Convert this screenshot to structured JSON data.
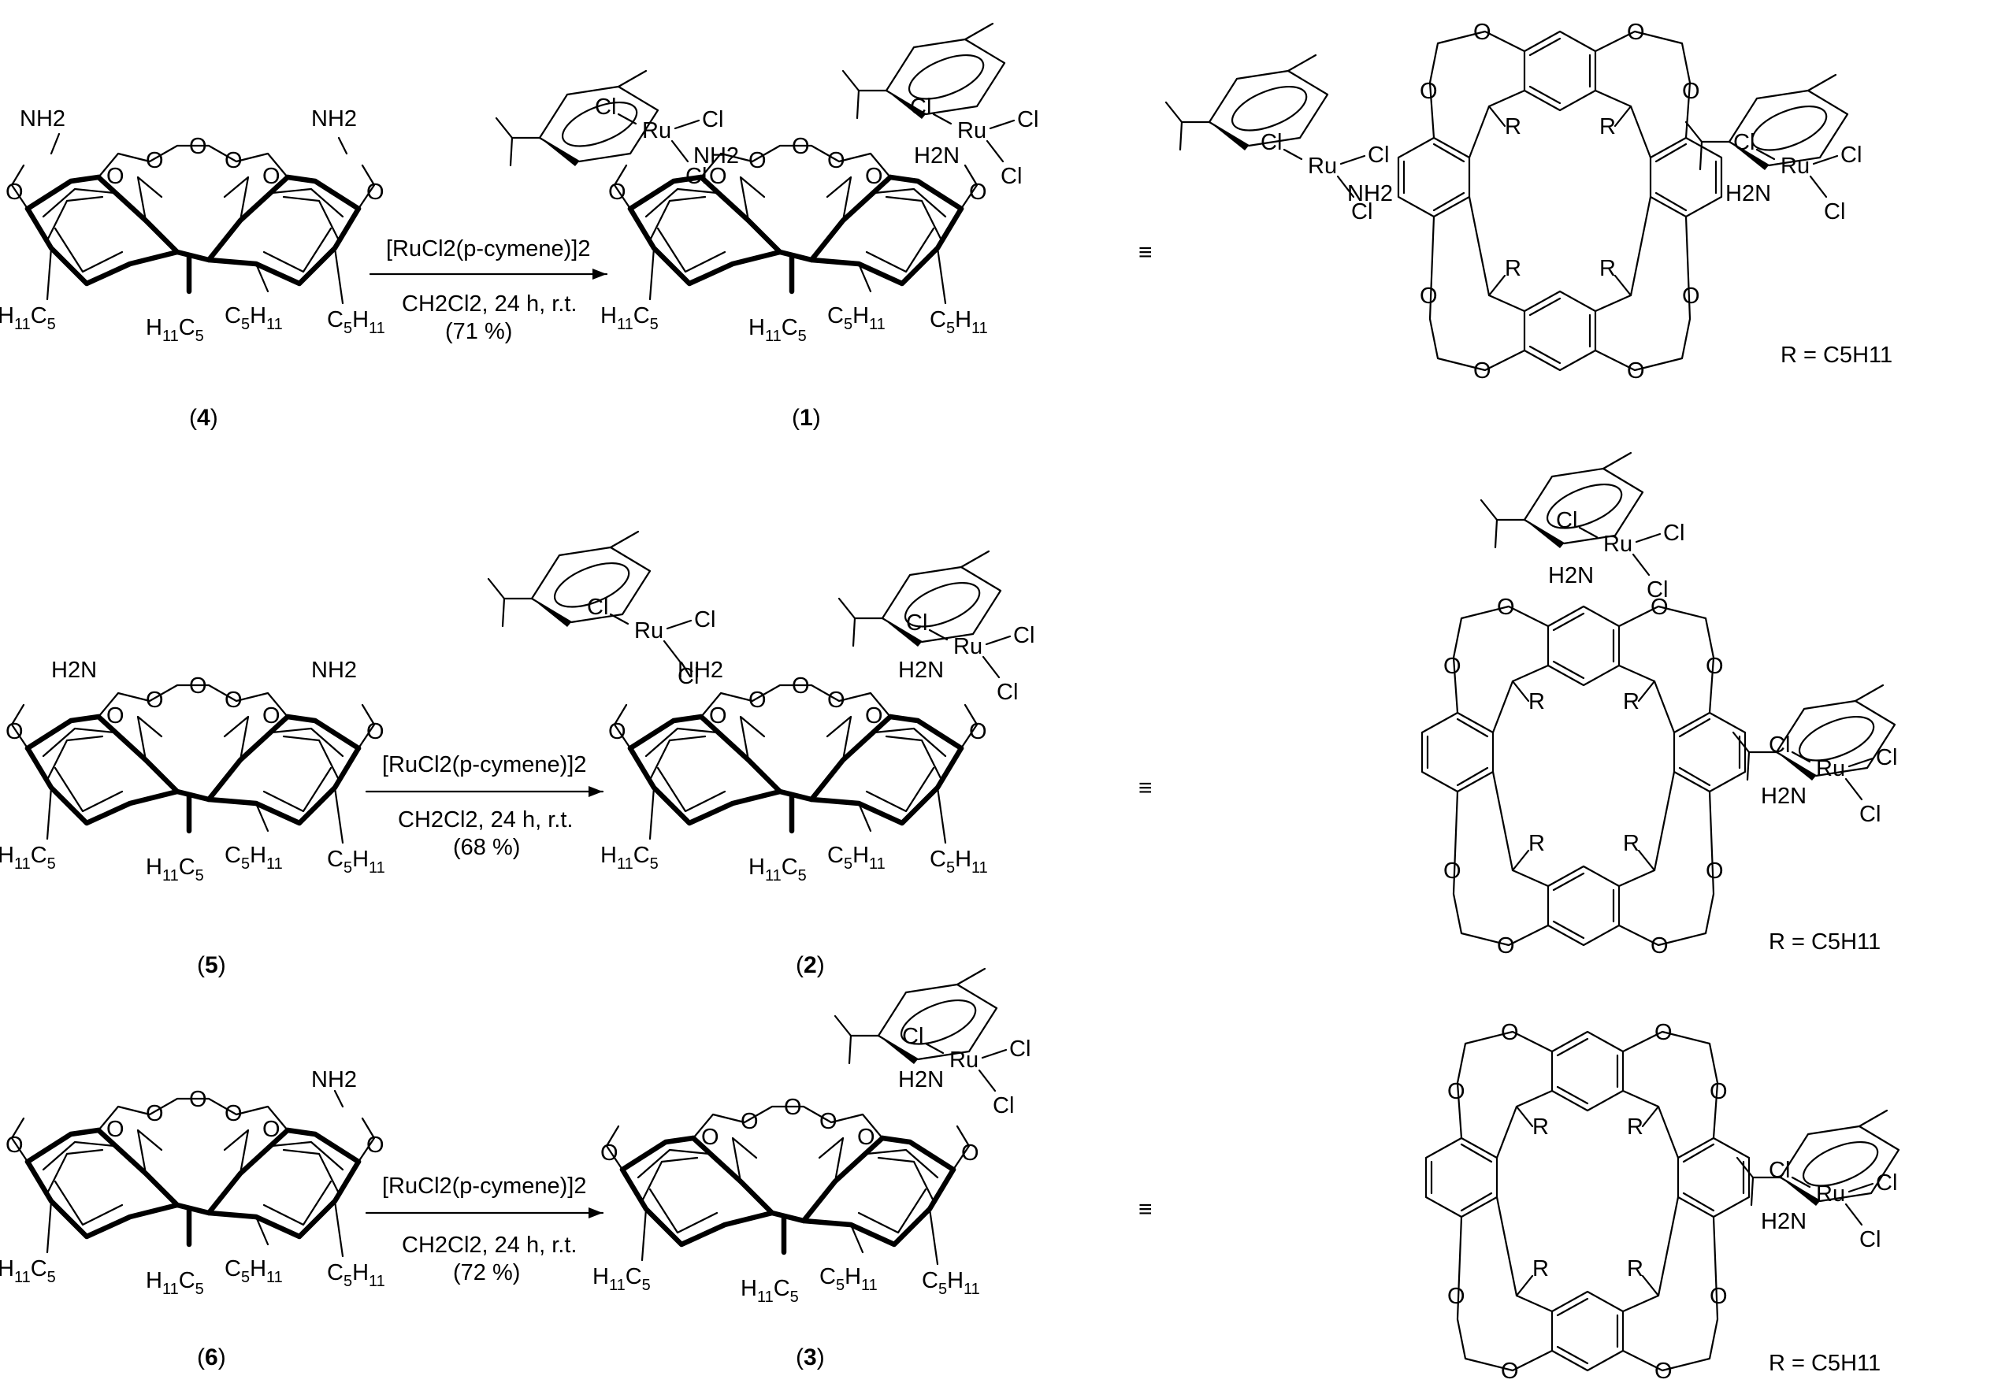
{
  "rows": [
    {
      "starting_material": {
        "number": "4",
        "substituents": [
          "NH2",
          "NH2"
        ]
      },
      "reagent": "[RuCl2(p-cymene)]2",
      "conditions": "CH2Cl2, 24 h, r.t.",
      "yield": "(71 %)",
      "product": {
        "number": "1",
        "ru_centers": 2
      },
      "equivalent_symbol": "≡",
      "r_definition": "R = C5H11"
    },
    {
      "starting_material": {
        "number": "5",
        "substituents": [
          "NH2",
          "NH2"
        ]
      },
      "reagent": "[RuCl2(p-cymene)]2",
      "conditions": "CH2Cl2, 24 h, r.t.",
      "yield": "(68 %)",
      "product": {
        "number": "2",
        "ru_centers": 2
      },
      "equivalent_symbol": "≡",
      "r_definition": "R = C5H11"
    },
    {
      "starting_material": {
        "number": "6",
        "substituents": [
          "NH2"
        ]
      },
      "reagent": "[RuCl2(p-cymene)]2",
      "conditions": "CH2Cl2, 24 h, r.t.",
      "yield": "(72 %)",
      "product": {
        "number": "3",
        "ru_centers": 1
      },
      "equivalent_symbol": "≡",
      "r_definition": "R = C5H11"
    }
  ],
  "atom_labels": {
    "nh2": "NH2",
    "h2n": "H2N",
    "ru": "Ru",
    "cl": "Cl",
    "o": "O",
    "r": "R",
    "pentyl_left": "H11C5",
    "pentyl_right": "C5H11"
  }
}
